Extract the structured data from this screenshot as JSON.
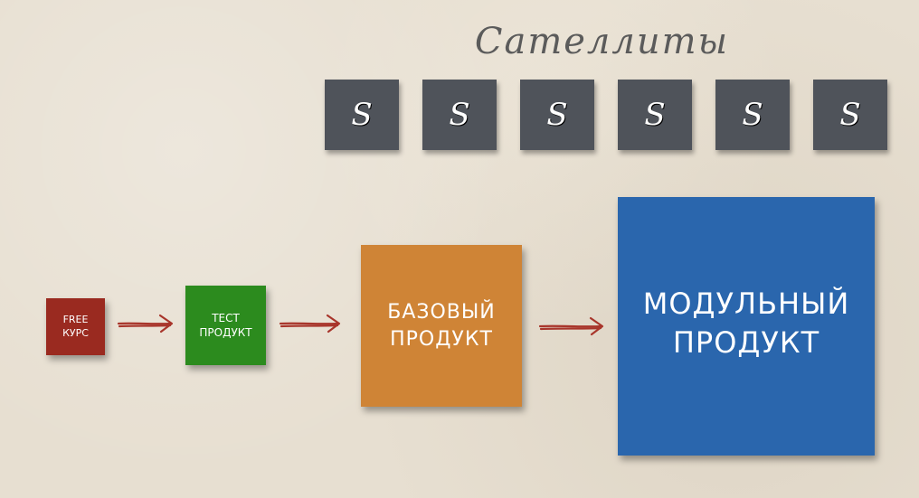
{
  "diagram": {
    "title": "Сателлиты",
    "satellites": [
      {
        "label": "S"
      },
      {
        "label": "S"
      },
      {
        "label": "S"
      },
      {
        "label": "S"
      },
      {
        "label": "S"
      },
      {
        "label": "S"
      }
    ],
    "nodes": {
      "free": {
        "line1": "FREE",
        "line2": "КУРС",
        "color": "#9a2a20"
      },
      "test": {
        "line1": "ТЕСТ",
        "line2": "ПРОДУКТ",
        "color": "#2c8b1e"
      },
      "base": {
        "line1": "БАЗОВЫЙ",
        "line2": "ПРОДУКТ",
        "color": "#cf8436"
      },
      "modular": {
        "line1": "МОДУЛЬНЫЙ",
        "line2": "ПРОДУКТ",
        "color": "#2a66ad"
      }
    },
    "satellite_color": "#4f535a",
    "arrow_color": "#a8352b"
  }
}
